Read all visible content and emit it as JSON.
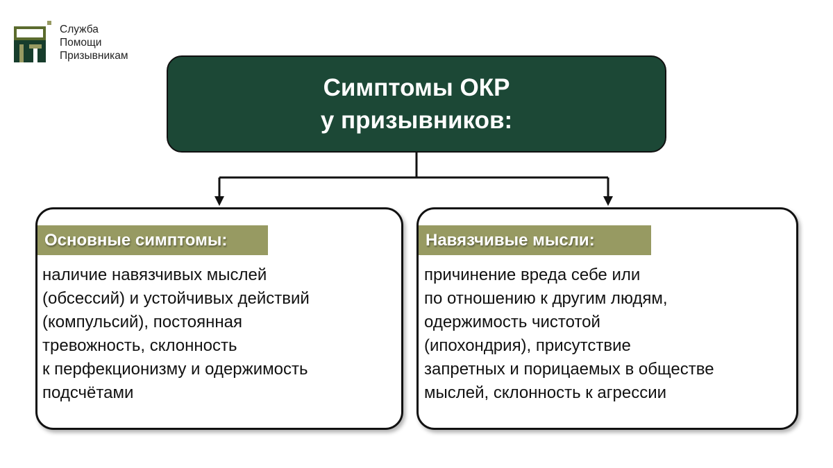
{
  "logo": {
    "lines": [
      "Служба",
      "Помощи",
      "Призывникам"
    ]
  },
  "title": {
    "line1": "Симптомы ОКР",
    "line2": "у призывников:"
  },
  "left": {
    "heading": "Основные симптомы:",
    "text": "наличие навязчивых мыслей\n(обсессий) и устойчивых действий\n(компульсий), постоянная\nтревожность, склонность\nк перфекционизму и одержимость\nподсчётами"
  },
  "right": {
    "heading": "Навязчивые мысли:",
    "text": "причинение вреда себе или\nпо отношению к другим людям,\nодержимость чистотой\n(ипохондрия), присутствие\nзапретных и порицаемых в обществе\nмыслей, склонность к агрессии"
  },
  "colors": {
    "title_bg": "#1c4836",
    "band": "#979a62"
  }
}
